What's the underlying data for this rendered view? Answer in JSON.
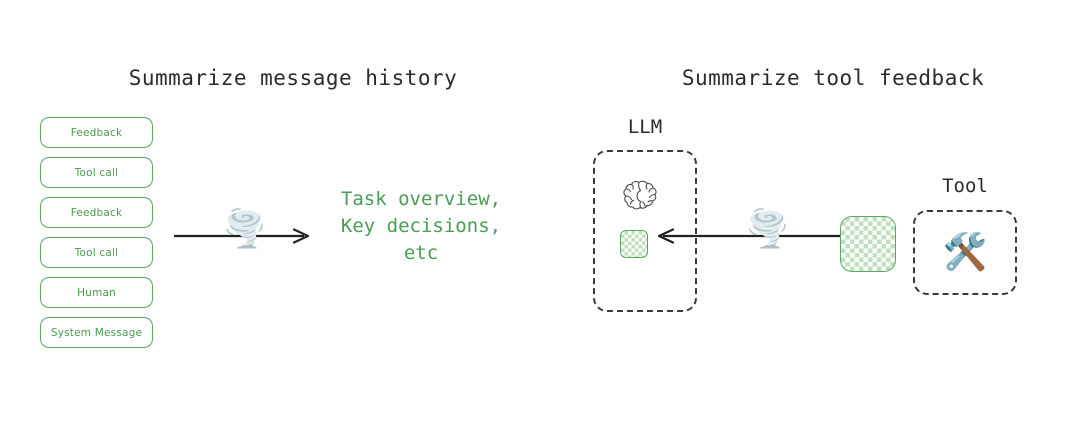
{
  "page": {
    "background": "#ffffff",
    "accent_green": "#5aa85f",
    "text_green": "#4a9d53",
    "ink": "#2b2b2b"
  },
  "panels": [
    {
      "id": "summarize-message-history",
      "title": "Summarize message history"
    },
    {
      "id": "summarize-tool-feedback",
      "title": "Summarize tool feedback"
    }
  ],
  "left_panel": {
    "title": "Summarize message history",
    "message_stack": [
      {
        "label": "Feedback"
      },
      {
        "label": "Tool call"
      },
      {
        "label": "Feedback"
      },
      {
        "label": "Tool call"
      },
      {
        "label": "Human"
      },
      {
        "label": "System Message"
      }
    ],
    "arrow": {
      "name": "arrow-right",
      "direction": "right"
    },
    "tornado_icon": "tornado-icon",
    "summary_text": "Task overview,\nKey decisions,\netc"
  },
  "right_panel": {
    "title": "Summarize tool feedback",
    "llm": {
      "label": "LLM",
      "brain_icon": "brain-icon",
      "context_block": "checkered-green-square-small"
    },
    "tool": {
      "label": "Tool",
      "icon": "hammer-and-wrench-icon"
    },
    "tool_output": "checkered-green-square-large",
    "arrow": {
      "name": "arrow-left",
      "direction": "left"
    },
    "tornado_icon": "tornado-icon"
  }
}
